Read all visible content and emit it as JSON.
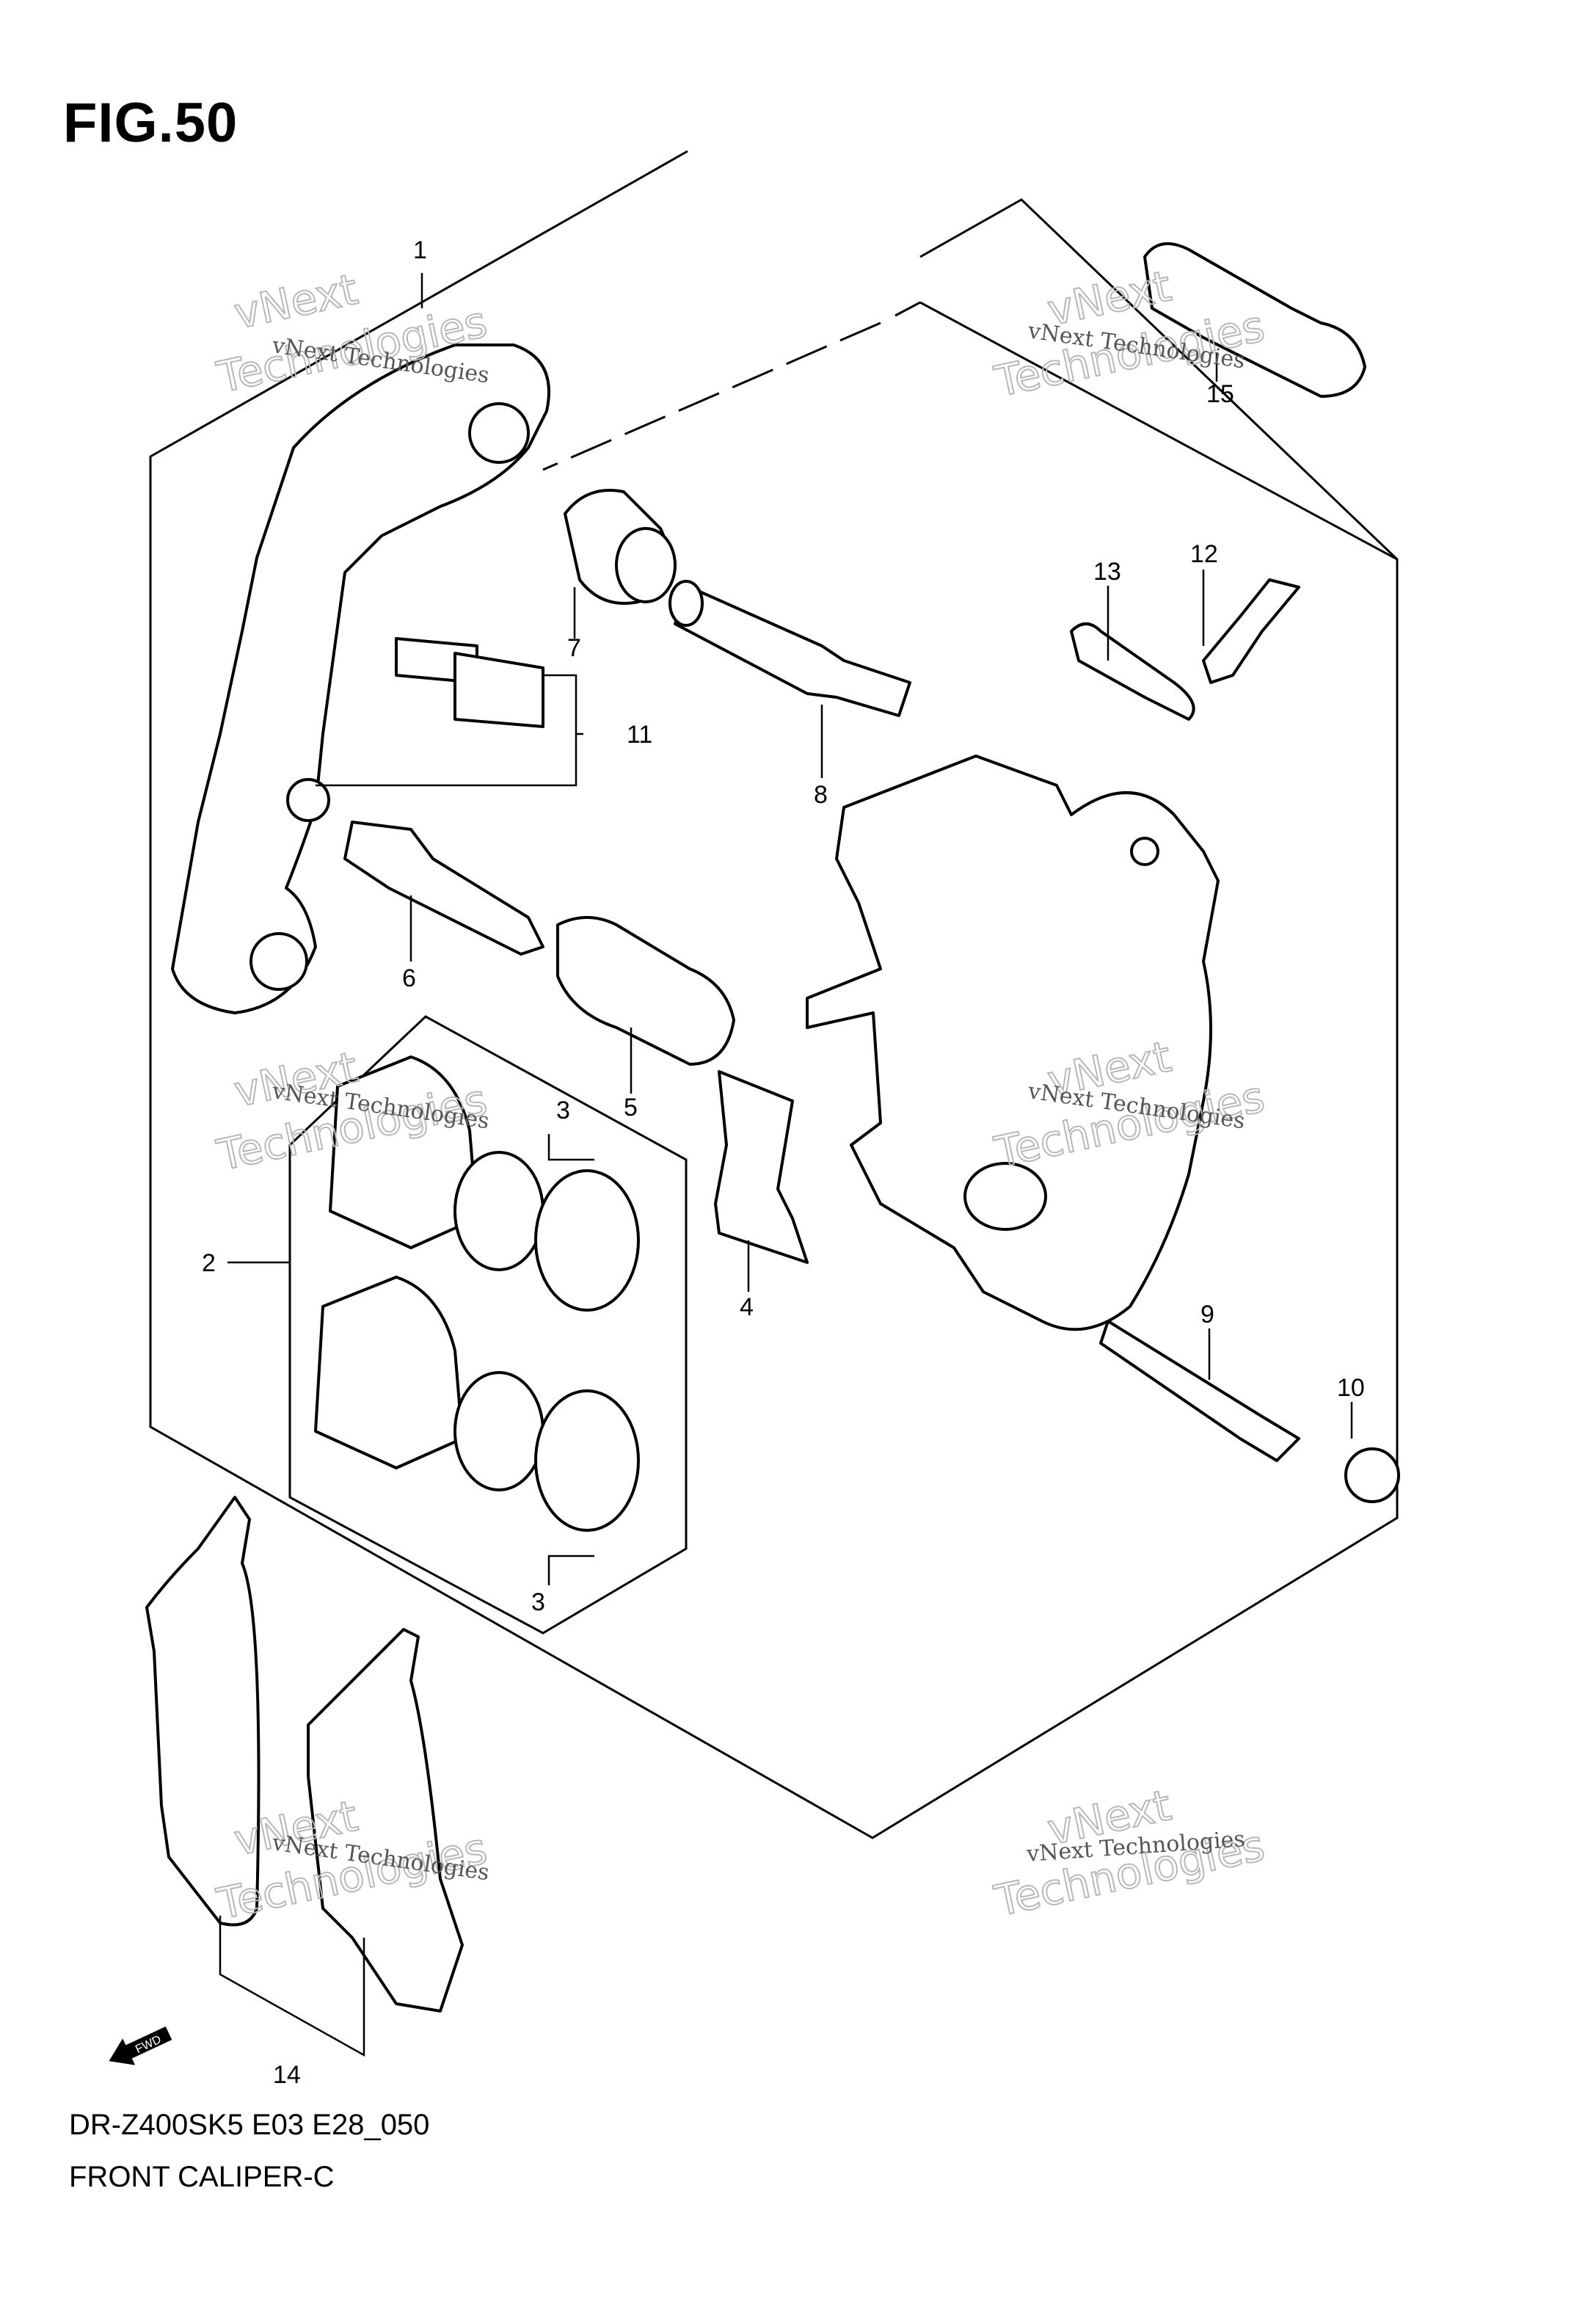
{
  "figure": {
    "title": "FIG.50"
  },
  "footer": {
    "model_code": "DR-Z400SK5 E03 E28_050",
    "part_name": "FRONT CALIPER-C"
  },
  "fwd_arrow": {
    "label": "FWD"
  },
  "watermark": {
    "line1": "vNext Technologies",
    "line2": "vNext",
    "line3": "Technologies"
  },
  "callouts": [
    {
      "id": "c1",
      "label": "1"
    },
    {
      "id": "c2",
      "label": "2"
    },
    {
      "id": "c3a",
      "label": "3"
    },
    {
      "id": "c3b",
      "label": "3"
    },
    {
      "id": "c4",
      "label": "4"
    },
    {
      "id": "c5",
      "label": "5"
    },
    {
      "id": "c6",
      "label": "6"
    },
    {
      "id": "c7",
      "label": "7"
    },
    {
      "id": "c8",
      "label": "8"
    },
    {
      "id": "c9",
      "label": "9"
    },
    {
      "id": "c10",
      "label": "10"
    },
    {
      "id": "c11",
      "label": "11"
    },
    {
      "id": "c12",
      "label": "12"
    },
    {
      "id": "c13",
      "label": "13"
    },
    {
      "id": "c14",
      "label": "14"
    },
    {
      "id": "c15",
      "label": "15"
    }
  ]
}
